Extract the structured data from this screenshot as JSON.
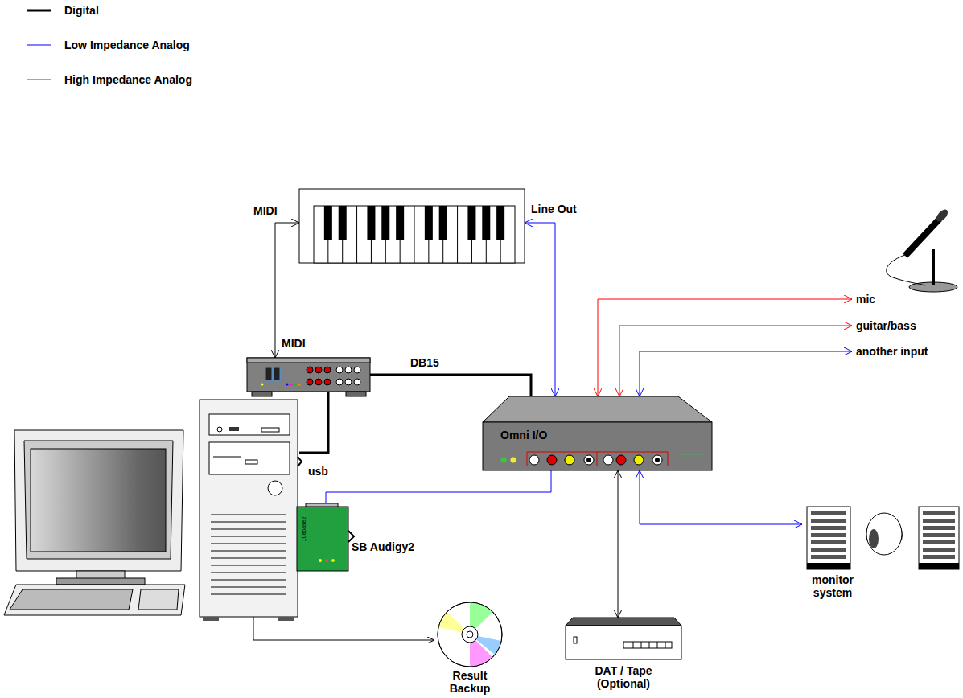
{
  "diagram": {
    "nodes": [
      {
        "text": [
          "MIDI",
          "Line Out"
        ]
      },
      {
        "text": [
          "MIDI"
        ]
      },
      {
        "text": [
          "Omni I/O"
        ]
      },
      {
        "text": [
          "108base2",
          "SB Audigy2"
        ]
      },
      {
        "text": [
          "mic"
        ]
      },
      {
        "text": [
          "guitar/bass"
        ]
      },
      {
        "text": [
          "another input"
        ]
      },
      {
        "text": [
          "DAT / Tape (Optional)"
        ]
      },
      {
        "text": [
          "monitor system"
        ]
      },
      {
        "text": [
          "Result Backup"
        ]
      }
    ],
    "edges": [
      {
        "from": 0,
        "to": 1,
        "arrow": "both"
      },
      {
        "from": 0,
        "to": 2,
        "arrow": "both"
      },
      {
        "from": 1,
        "to": 2,
        "label": "DB15",
        "arrow": "none"
      },
      {
        "from": 2,
        "to": 3,
        "arrow": "none"
      },
      {
        "from": 2,
        "to": 4,
        "arrow": "both"
      },
      {
        "from": 2,
        "to": 5,
        "arrow": "both"
      },
      {
        "from": 2,
        "to": 6,
        "arrow": "both"
      },
      {
        "from": 2,
        "to": 7,
        "arrow": "both"
      },
      {
        "from": 2,
        "to": 8,
        "arrow": "both"
      }
    ],
    "labels": [
      "usb"
    ],
    "legend": [
      {
        "text": "Digital"
      },
      {
        "text": "Low Impedance Analog"
      },
      {
        "text": "High Impedance Analog"
      }
    ]
  }
}
